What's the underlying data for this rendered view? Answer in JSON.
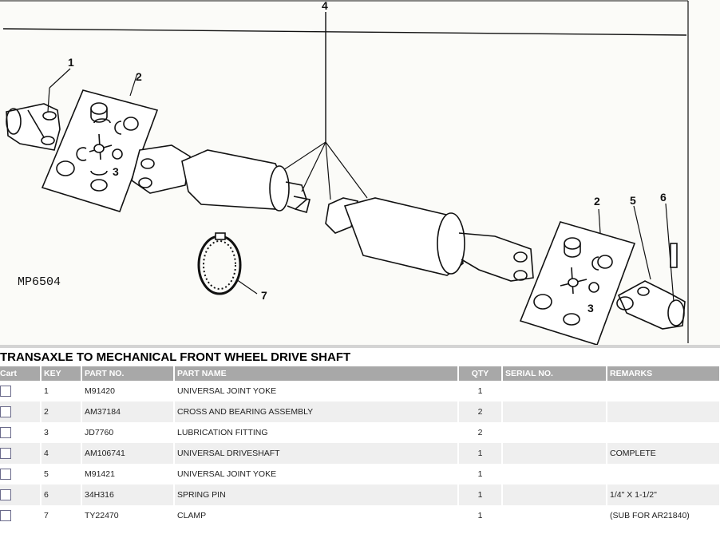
{
  "diagram": {
    "image_code": "MP6504",
    "callouts": [
      "1",
      "2",
      "3",
      "4",
      "2",
      "5",
      "6",
      "3",
      "7"
    ]
  },
  "section_title": "TRANSAXLE TO MECHANICAL FRONT WHEEL DRIVE SHAFT",
  "table": {
    "headers": {
      "cart": "Cart",
      "key": "KEY",
      "part_no": "PART NO.",
      "part_name": "PART NAME",
      "qty": "QTY",
      "serial_no": "SERIAL NO.",
      "remarks": "REMARKS"
    },
    "rows": [
      {
        "key": "1",
        "part_no": "M91420",
        "part_name": "UNIVERSAL JOINT YOKE",
        "qty": "1",
        "serial_no": "",
        "remarks": ""
      },
      {
        "key": "2",
        "part_no": "AM37184",
        "part_name": "CROSS AND BEARING ASSEMBLY",
        "qty": "2",
        "serial_no": "",
        "remarks": ""
      },
      {
        "key": "3",
        "part_no": "JD7760",
        "part_name": "LUBRICATION FITTING",
        "qty": "2",
        "serial_no": "",
        "remarks": ""
      },
      {
        "key": "4",
        "part_no": "AM106741",
        "part_name": "UNIVERSAL DRIVESHAFT",
        "qty": "1",
        "serial_no": "",
        "remarks": "COMPLETE"
      },
      {
        "key": "5",
        "part_no": "M91421",
        "part_name": "UNIVERSAL JOINT YOKE",
        "qty": "1",
        "serial_no": "",
        "remarks": ""
      },
      {
        "key": "6",
        "part_no": "34H316",
        "part_name": "SPRING PIN",
        "qty": "1",
        "serial_no": "",
        "remarks": "1/4\" X 1-1/2\""
      },
      {
        "key": "7",
        "part_no": "TY22470",
        "part_name": "CLAMP",
        "qty": "1",
        "serial_no": "",
        "remarks": "(SUB FOR AR21840)"
      }
    ]
  }
}
